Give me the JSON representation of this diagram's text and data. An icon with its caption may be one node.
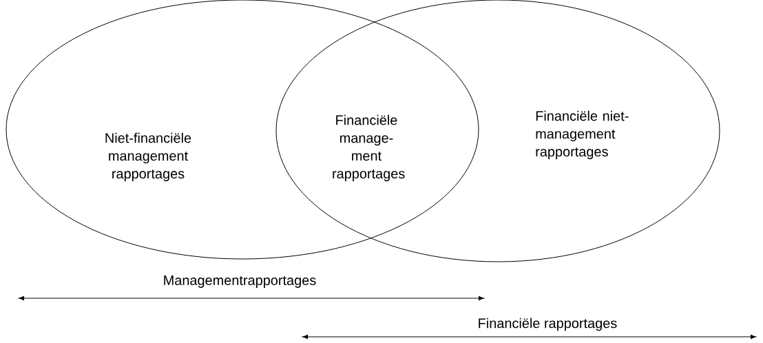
{
  "diagram": {
    "nodes": [
      {
        "text": [
          "Niet-financiële management rapportages"
        ]
      },
      {
        "text": [
          "Financiële niet-management rapportages"
        ]
      }
    ],
    "labels": [
      "Financiële manage-ment rapportages",
      "Managementrapportages",
      "Financiële rapportages"
    ]
  }
}
